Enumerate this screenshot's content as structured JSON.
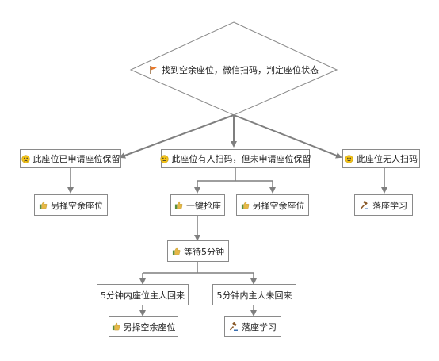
{
  "root": {
    "label": "找到空余座位，微信扫码，判定座位状态",
    "icon": "flag-icon"
  },
  "branches": {
    "reserved": {
      "label": "此座位已申请座位保留",
      "icon": "sad-face-icon"
    },
    "occupied": {
      "label": "此座位有人扫码，但未申请座位保留",
      "icon": "neutral-face-icon"
    },
    "empty": {
      "label": "此座位无人扫码",
      "icon": "smile-face-icon"
    }
  },
  "actions": {
    "reserved_choose_other": {
      "label": "另择空余座位",
      "icon": "thumbs-up-icon"
    },
    "grab_seat": {
      "label": "一键抢座",
      "icon": "thumbs-up-icon"
    },
    "occupied_choose_other": {
      "label": "另择空余座位",
      "icon": "thumbs-up-icon"
    },
    "empty_sit_study": {
      "label": "落座学习",
      "icon": "gavel-icon"
    },
    "wait_5min": {
      "label": "等待5分钟",
      "icon": "thumbs-up-icon"
    },
    "owner_returns": {
      "label": "5分钟内座位主人回来"
    },
    "owner_not_return": {
      "label": "5分钟内主人未回来"
    },
    "returns_choose_other": {
      "label": "另择空余座位",
      "icon": "thumbs-up-icon"
    },
    "not_return_sit_study": {
      "label": "落座学习",
      "icon": "gavel-icon"
    }
  },
  "colors": {
    "edge": "#7f7f7f",
    "border": "#8a8a8a",
    "flag": "#e8782a",
    "face": "#f5c518",
    "thumb": "#e6b845"
  }
}
